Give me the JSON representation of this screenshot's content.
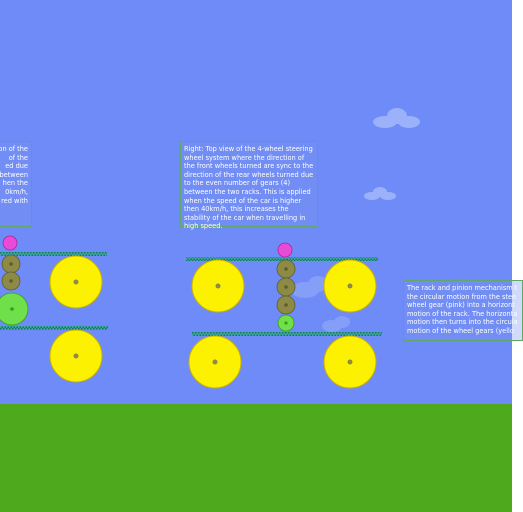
{
  "colors": {
    "sky": "#6f8bf7",
    "ground": "#4fa91c",
    "wheel": "#fbf100",
    "wheel_outline": "#c9b000",
    "wheel_gear": "#e94ad8",
    "idler_gear": "#8c8a45",
    "pinion_gear": "#6fe04a",
    "rack": "#3aa8a0",
    "note_border": "#5fa86a",
    "cloud": "#9bb2fb"
  },
  "icons": [
    "cloud-icon",
    "wheel-icon",
    "gear-icon",
    "rack-icon"
  ],
  "notes": {
    "left_text": "ion of the\nof the\ned due\nbetween\nhen the\n0km/h,\nred with",
    "center_text": "Right: Top view of the 4-wheel steering wheel system where the direction of the front wheels turned are sync to the direction of the rear wheels turned due to the even number of gears (4) between the two racks. This is applied when the speed of the car is higher then 40km/h, this increases the stability of the car when travelling in high speed.",
    "right_text": "The rack and pinion mechanism t\nthe circular motion from the stee\nwheel gear (pink) into a horizont\nmotion of the rack. The horizonta\nmotion then turns into the circula\nmotion of the wheel gears (yello"
  }
}
